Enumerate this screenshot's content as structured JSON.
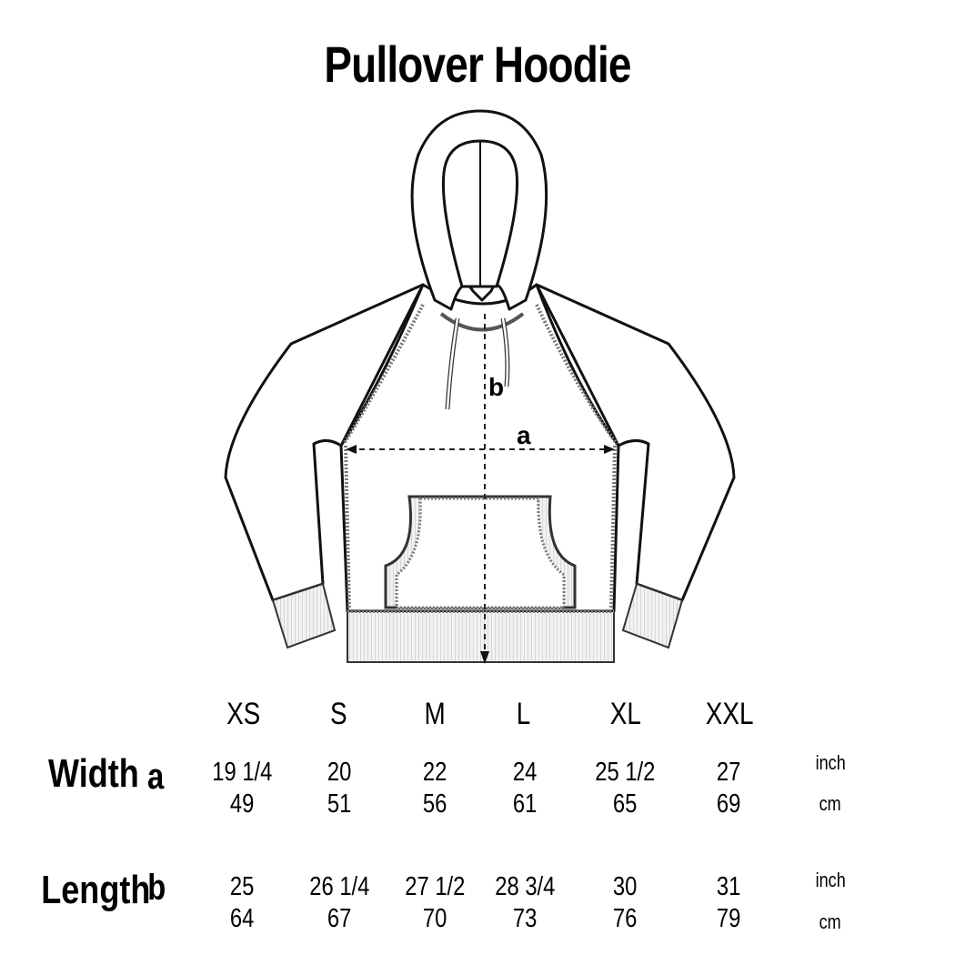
{
  "title": "Pullover Hoodie",
  "diagram": {
    "measure_labels": {
      "width": "a",
      "length": "b"
    }
  },
  "table": {
    "sizes": [
      "XS",
      "S",
      "M",
      "L",
      "XL",
      "XXL"
    ],
    "rows": [
      {
        "label": "Width",
        "letter": "a",
        "inch": [
          "19 1/4",
          "20",
          "22",
          "24",
          "25 1/2",
          "27"
        ],
        "cm": [
          "49",
          "51",
          "56",
          "61",
          "65",
          "69"
        ],
        "unit_inch": "inch",
        "unit_cm": "cm"
      },
      {
        "label": "Length",
        "letter": "b",
        "inch": [
          "25",
          "26 1/4",
          "27 1/2",
          "28 3/4",
          "30",
          "31"
        ],
        "cm": [
          "64",
          "67",
          "70",
          "73",
          "76",
          "79"
        ],
        "unit_inch": "inch",
        "unit_cm": "cm"
      }
    ]
  }
}
